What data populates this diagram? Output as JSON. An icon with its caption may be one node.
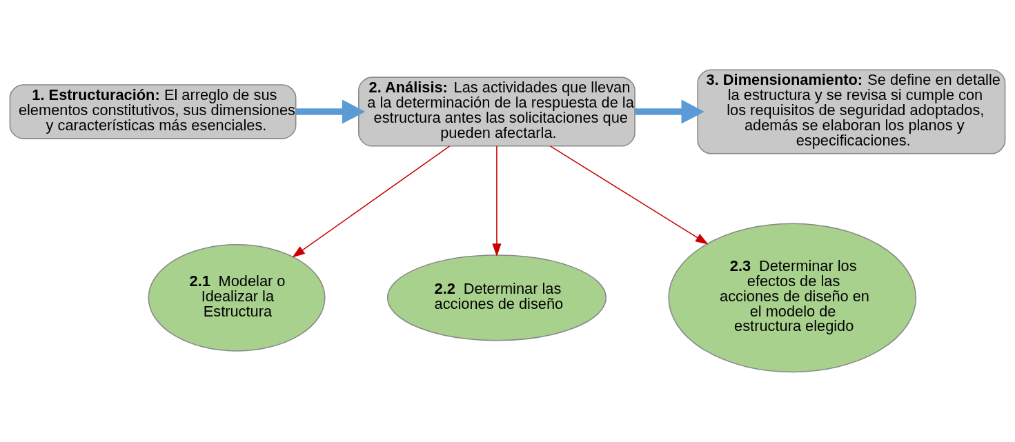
{
  "diagram": {
    "nodes": [
      {
        "text": [
          "**1. Estructuración:** El arreglo de sus elementos constitutivos, sus dimensiones y características más esenciales."
        ]
      },
      {
        "text": [
          "**2. Análisis:** Las actividades que llevan a la determinación de la respuesta de la estructura antes las solicitaciones que pueden afectarla."
        ]
      },
      {
        "text": [
          "**3. Dimensionamiento:** Se define en detalle la estructura y se revisa si cumple con los requisitos de seguridad adoptados, además se elaboran los planos y especificaciones."
        ]
      },
      {
        "text": [
          "**2.1** Modelar o Idealizar la Estructura"
        ]
      },
      {
        "text": [
          "**2.2** Determinar las acciones de diseño"
        ]
      },
      {
        "text": [
          "**2.3** Determinar los efectos de las acciones de diseño en el modelo de estructura elegido"
        ]
      }
    ],
    "edges": [
      {
        "from": 0,
        "to": 1,
        "arrow": "to",
        "style": "thick",
        "color": "#5b9bd5"
      },
      {
        "from": 1,
        "to": 2,
        "arrow": "to",
        "style": "thick",
        "color": "#5b9bd5"
      },
      {
        "from": 1,
        "to": 3,
        "arrow": "to"
      },
      {
        "from": 1,
        "to": 4,
        "arrow": "to"
      },
      {
        "from": 1,
        "to": 5,
        "arrow": "to"
      }
    ]
  }
}
